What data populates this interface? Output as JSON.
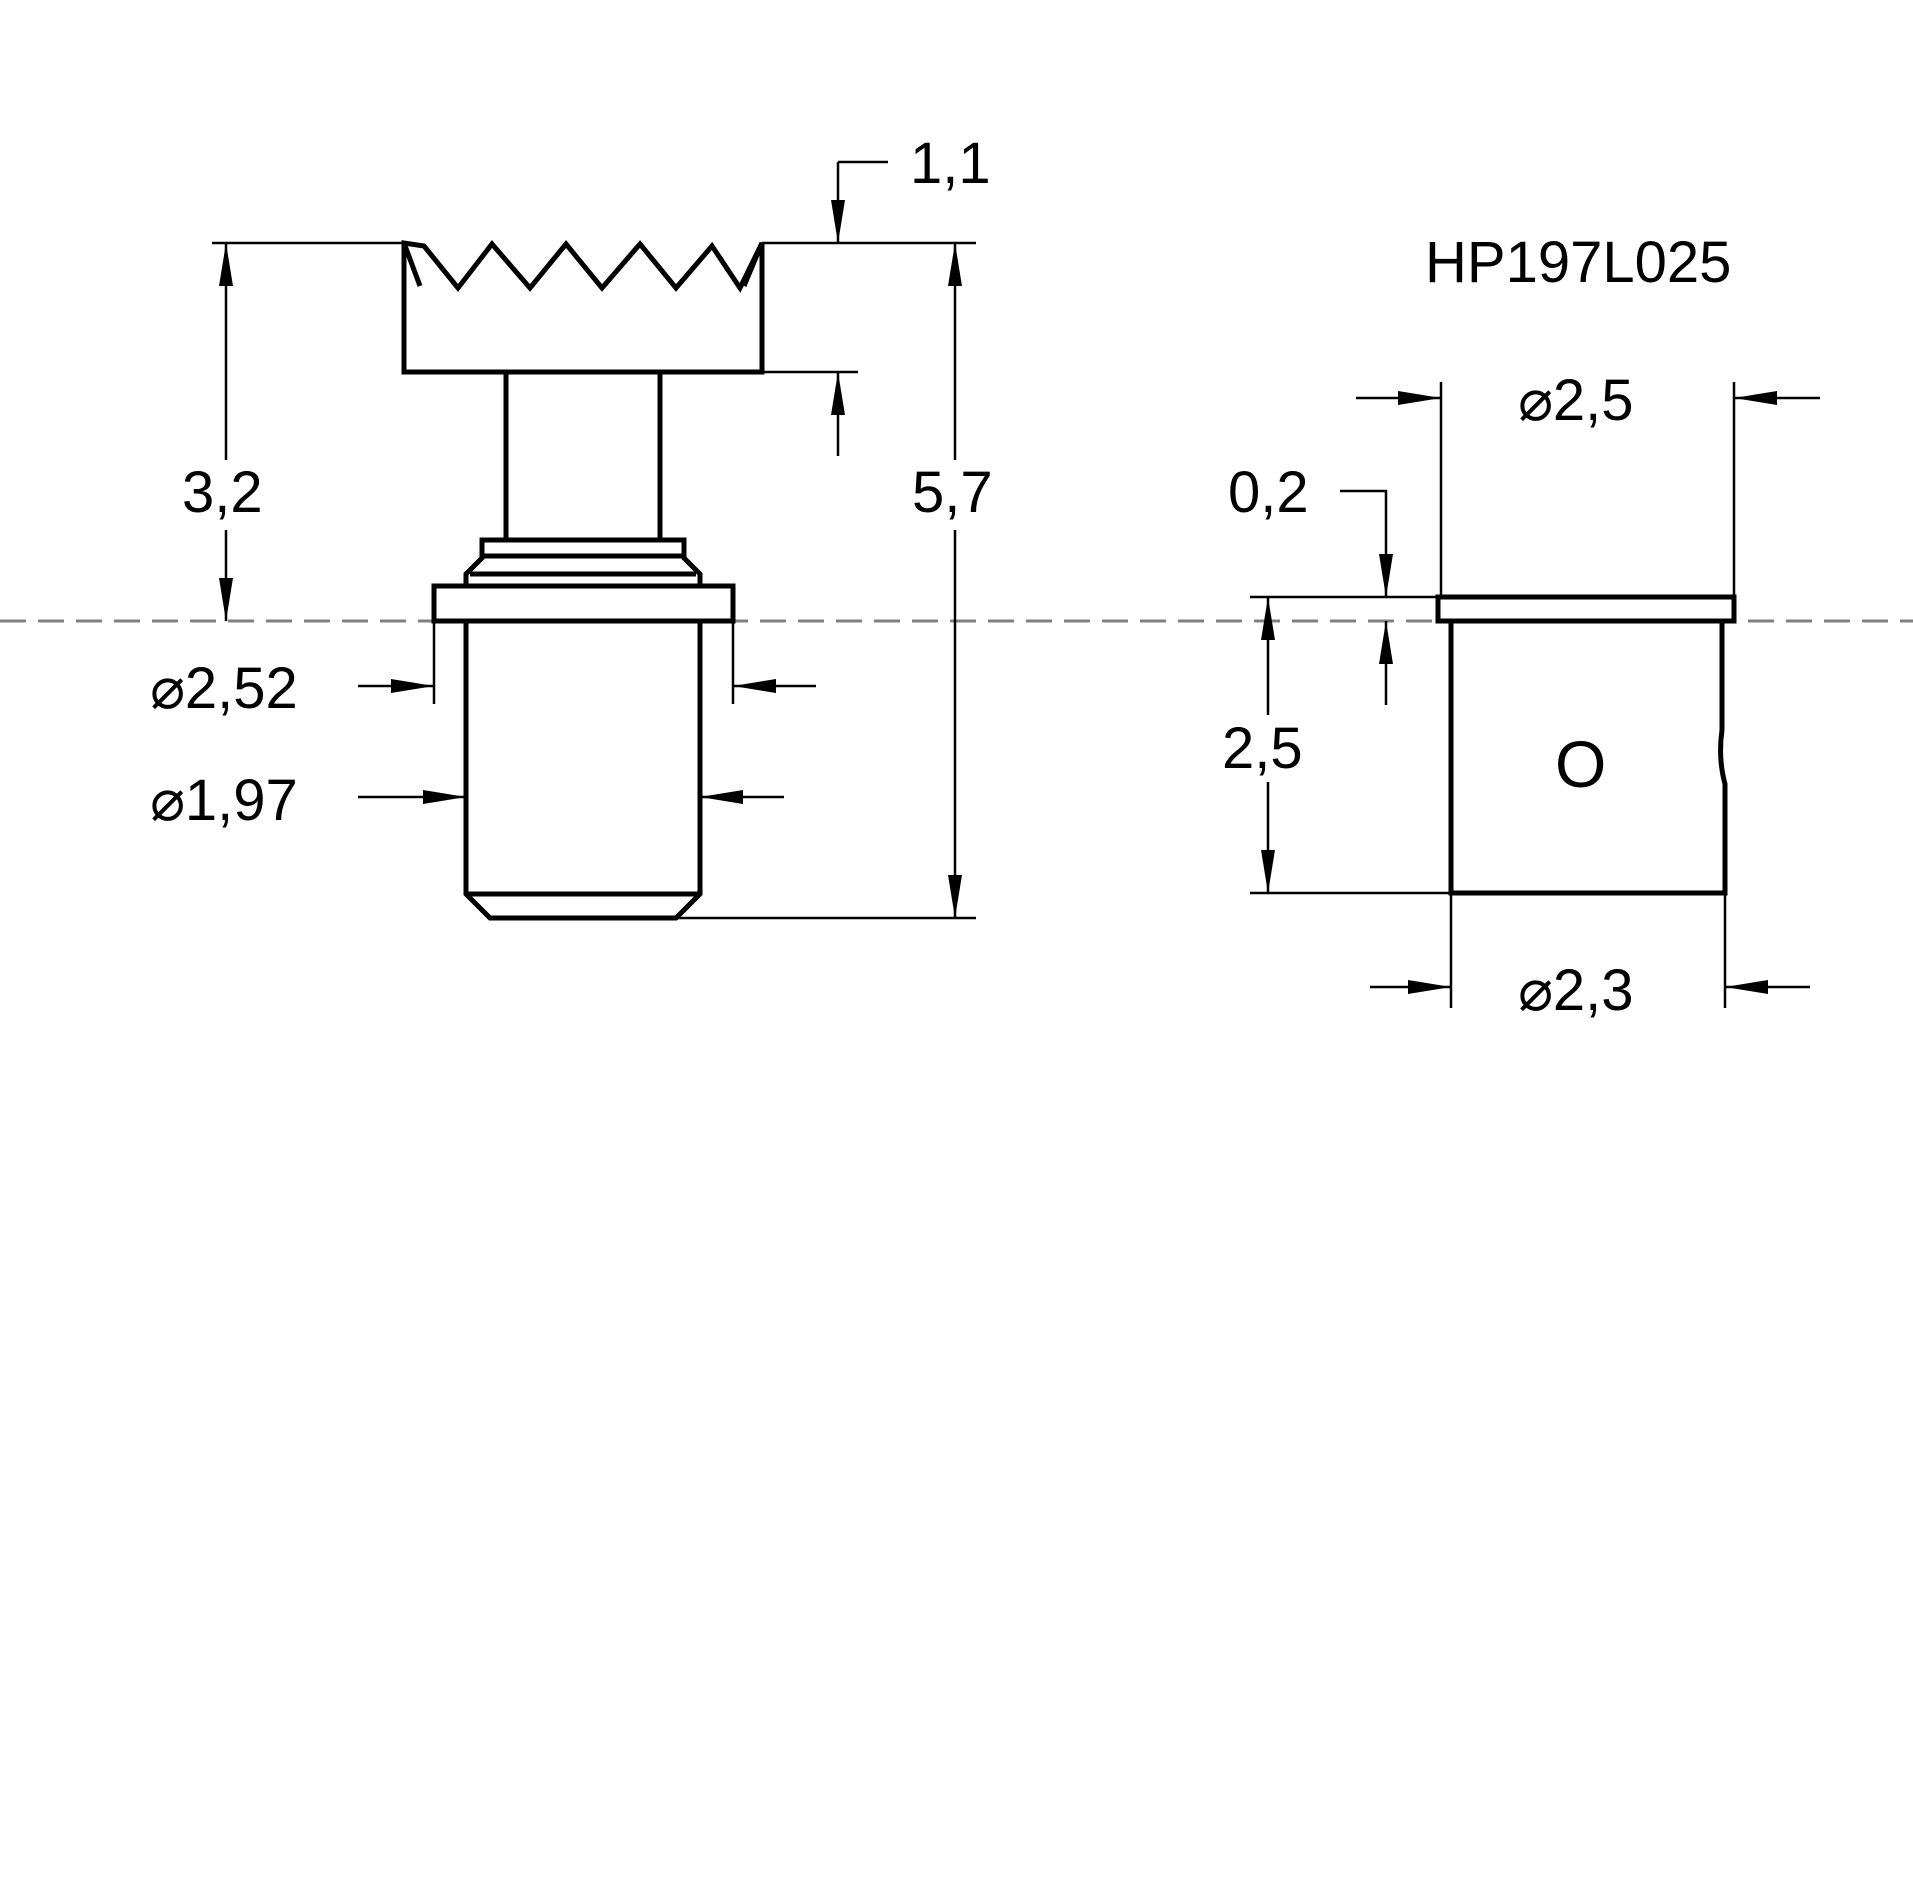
{
  "part_number": "HP197L025",
  "probe": {
    "tip_height": "1,1",
    "height_above_flange": "3,2",
    "overall_length": "5,7",
    "flange_diameter": "⌀2,52",
    "body_diameter": "⌀1,97"
  },
  "receptacle": {
    "collar_diameter": "⌀2,5",
    "collar_thickness": "0,2",
    "body_length": "2,5",
    "body_diameter": "⌀2,3",
    "marking": "O"
  },
  "colors": {
    "line": "#000000",
    "centerline": "#808080"
  }
}
